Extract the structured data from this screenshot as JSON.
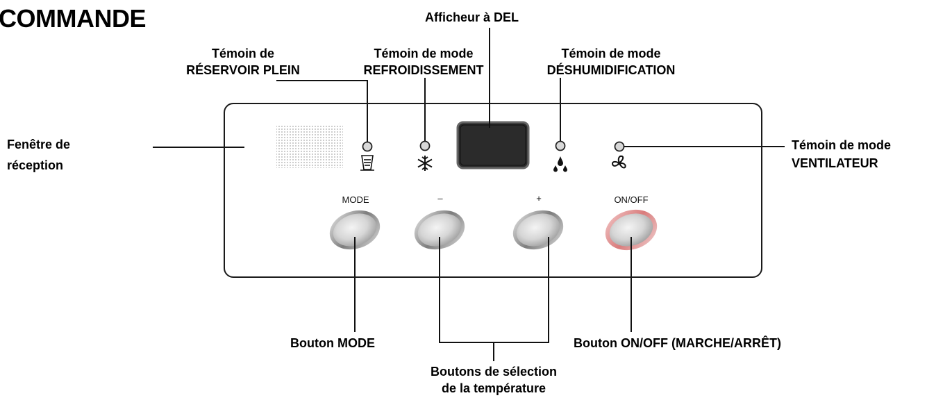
{
  "title": "COMMANDE",
  "labels": {
    "led_display": "Afficheur à DEL",
    "tank_full_1": "Témoin de",
    "tank_full_2": "RÉSERVOIR PLEIN",
    "cool_mode_1": "Témoin de mode",
    "cool_mode_2": "REFROIDISSEMENT",
    "dehum_mode_1": "Témoin de mode",
    "dehum_mode_2": "DÉSHUMIDIFICATION",
    "receiver_1": "Fenêtre de",
    "receiver_2": "réception",
    "fan_mode_1": "Témoin de mode",
    "fan_mode_2": "VENTILATEUR",
    "mode_button": "Bouton MODE",
    "onoff_button": "Bouton ON/OFF (MARCHE/ARRÊT)",
    "temp_buttons_1": "Boutons de sélection",
    "temp_buttons_2": "de la température"
  },
  "buttons": {
    "mode": "MODE",
    "minus": "–",
    "plus": "+",
    "onoff": "ON/OFF"
  },
  "icons": {
    "tank": "water-tank-icon",
    "cool": "snowflake-icon",
    "dehum": "droplets-icon",
    "fan": "fan-icon"
  }
}
